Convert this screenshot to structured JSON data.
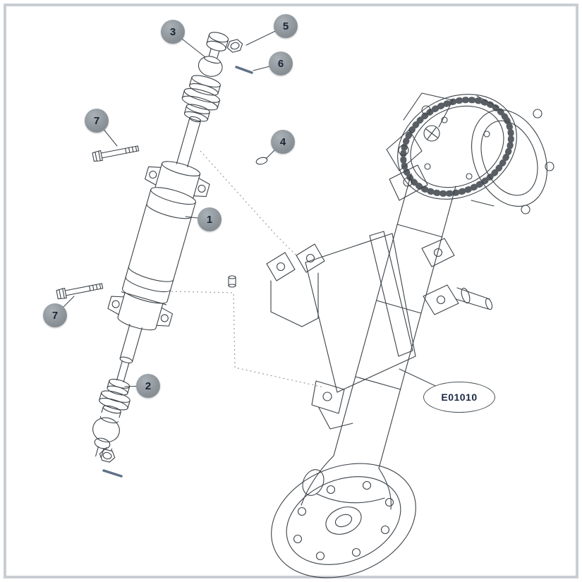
{
  "diagram": {
    "part_code": "E01010",
    "callouts": [
      {
        "id": "3",
        "label": "3"
      },
      {
        "id": "5",
        "label": "5"
      },
      {
        "id": "6",
        "label": "6"
      },
      {
        "id": "7-upper",
        "label": "7"
      },
      {
        "id": "4",
        "label": "4"
      },
      {
        "id": "1",
        "label": "1"
      },
      {
        "id": "7-lower",
        "label": "7"
      },
      {
        "id": "2",
        "label": "2"
      }
    ]
  },
  "colors": {
    "line": "#3b4248",
    "callout_fill": "#8a9298",
    "callout_text": "#1a2634",
    "pin_accent": "#5f7186",
    "frame_border": "#c9ced3",
    "background": "#ffffff"
  }
}
